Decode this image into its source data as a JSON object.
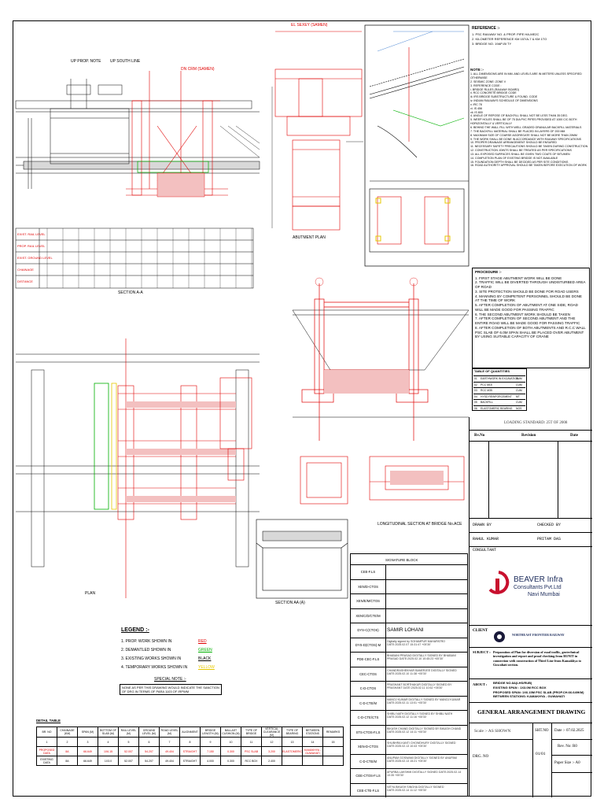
{
  "sheet": {
    "top_labels": {
      "elevation_left": [
        "UP PROP. NOTE",
        "UP SOUTH LINE"
      ],
      "dn_crm": "DN CRM (SAMEN)",
      "top_sect": "EL SEXEY (SAMEN)",
      "sect_a": "SECTION A-A",
      "plan": "PLAN",
      "sect_aa": "SECTION AA (A)",
      "longitudinal": "LONGITUDINAL SECTION AT BRIDGE No.ACE",
      "abutment_plan": "ABUTMENT PLAN"
    },
    "index_plan": {
      "title": "REFERENCE :-",
      "lines": [
        "1.  PSC RAILWAY NO. & PROP. PIPE HA-ME2C",
        "2.  KILOMETER REFERENCE KM 157/A-7 & KM 1TO",
        "3.  BRIDGE NO. 19AP-BI TY"
      ]
    },
    "notes": {
      "title": "NOTE :-",
      "lines": [
        "1.  ALL DIMENSIONS ARE IN MM. AND LEVELS ARE IN METERS UNLESS SPECIFIED OTHERWISE",
        "2.  SEISMIC ZONE: ZONE V",
        "3.  REFERENCE CODE :",
        "    i.  BRIDGE RULES (RAILWAY BOARD)",
        "    ii.  RCC CONCRETE BRIDGE CODE",
        "    iii.  IRS BRIDGE SUBSTRUCTURE & FOUND. CODE",
        "    iv.  INDIAN RAILWAYS SCHEDULE OF DIMENSIONS",
        "    v.  IRC 78",
        "    vi.  IS 456",
        "    vii.  IS 800",
        "4.  ANGLE OF REPOSE OF BACKFILL SHALL NOT BE LESS THAN 35 DEG.",
        "5.  WEEP HOLES SHALL BE OF 75 DIA PVC PIPES PROVIDED AT 1000 C/C BOTH HORIZONTALLY & VERTICALLY",
        "6.  BEHIND THE WALL FILL WITH WELL GRADED GRANULAR BACKFILL MATERIALS",
        "7.  THE BACKFILL MATERIAL SHALL BE PLACED IN LAYERS OF 200 MM",
        "8.  MAXIMUM SIZE OF COARSE AGGREGATE SHALL NOT BE MORE THAN 20MM",
        "9.  THE WORK SHALL BE DONE IN ACCORDANCE WITH RAILWAY SPECIFICATIONS",
        "10. PROPER DRAINAGE ARRANGEMENT SHOULD BE ENSURED",
        "11. NECESSARY SAFETY PRECAUTIONS SHOULD BE TAKEN DURING CONSTRUCTION",
        "12. CONSTRUCTION JOINTS SHALL BE TREATED AS PER SPECIFICATIONS",
        "13. ALL EXPOSED SURFACES SHALL BE GIVEN TWO COATS OF BITUMEN",
        "14. COMPLETION PLAN OF EXISTING BRIDGE IS NOT AVAILABLE",
        "15. FOUNDATION DEPTH SHALL BE DECIDED AS PER SITE CONDITIONS",
        "16. ROAD AUTHORITY APPROVAL SHOULD BE TAKEN BEFORE EXECUTION OF WORK"
      ]
    },
    "procedure": {
      "title": "PROCEDURE :-",
      "lines": [
        "1.  FIRST STAGE ABUTMENT WORK WILL BE DONE",
        "2.  TRAFFIC WILL BE DIVERTED THROUGH UNDISTURBED AREA OF ROAD",
        "3.  SITE PROTECTION SHOULD BE DONE FOR ROAD USERS",
        "4.  MANNING BY COMPETENT PERSONNEL SHOULD BE DONE AT THE TIME OF WORK",
        "5.  AFTER COMPLETION OF ABUTMENT AT ONE SIDE, ROAD WILL BE MADE GOOD FOR PASSING TRAFFIC",
        "6.  THE SECOND ABUTMENT WORK SHOULD BE TAKEN",
        "7.  AFTER COMPLETION OF SECOND ABUTMENT AND THE ENTIRE ROAD WILL BE MADE GOOD FOR PASSING TRAFFIC",
        "8.  AFTER COMPLETION OF BOTH ABUTMENTS AND R.C.C WALL PSC SLAB OF 6.0M SPAN SHALL BE PLACED OVER ABUTMENT BY USING SUITABLE CAPACITY OF CRANE"
      ]
    },
    "legend": {
      "title": "LEGEND :-",
      "items": [
        {
          "label": "1.    PROP. WORK SHOWN IN",
          "swatch": "RED",
          "color": "#e00000"
        },
        {
          "label": "2.    DEMANTLED SHOWN IN",
          "swatch": "GREEN",
          "color": "#00b000"
        },
        {
          "label": "3.    EXISTING WORKS SHOWN IN",
          "swatch": "BLACK",
          "color": "#000000"
        },
        {
          "label": "4.    TEMPORARY WORKS SHOWN IN",
          "swatch": "YELLOW",
          "color": "#e6c800"
        }
      ],
      "special_title": "SPECIAL NOTE :-",
      "special_text": "NONE AS PER THIS DRAWING WOULD INDICATE THE SANCTION OF DRG IN TERMS OF PARA 1103 OF IRPWM"
    },
    "loading_standard": "LOADING STANDARD: 25T OF 2008",
    "revision_header": {
      "no": "Rv.No",
      "rev": "Revision",
      "date": "Date"
    },
    "draw_row": {
      "left": "DRAWN BY",
      "right": "CHECKED BY"
    },
    "name_row": {
      "left": "RAHUL KUMAR",
      "right": "PRITAM DAS"
    },
    "consultant_label": "CONSULTANT",
    "consultant": {
      "name": "BEAVER Infra",
      "line2": "Consultants Pvt.Ltd",
      "line3": "Navi Mumbai"
    },
    "client_label": "CLIENT",
    "client_name": "NORTHEAST FRONTIER RAILWAY",
    "subject_label": "SUBJECT :",
    "subject_text": "Preparation of Plan for diversion of road traffic, geotechnical investigation and report and proof checking from RUNIT in connection with construction of Third Line from Kamakhya to Guwahati section.",
    "about_label": "ABOUT :",
    "about_lines": [
      "BRIDGE NO.8A(LHS/RUB)",
      "EXISTING SPAN : 1X3.0M RCC BOX",
      "PROPOSED SPAN: 1X6.15M PSC SLAB (PROP.CH.66.649KM)",
      "BETWEEN STATIONS: KAMAKHYA - GUWAHATI"
    ],
    "drawing_title": "GENERAL ARRANGEMENT DRAWING",
    "scale": "Scale :- AS SHOWN",
    "sht_no_label": "SHT.NO",
    "date": "Date :- 07.02.2025",
    "drg_no_label": "DRG. NO",
    "sheet_count": "01/01",
    "rev_no": "Rev. No: R0",
    "paper_size": "Paper Size :- A0",
    "signature_block": {
      "title": "SIGNATURE BLOCK",
      "rows": [
        {
          "role": "CEE-F.LS",
          "text": ""
        },
        {
          "role": "XEN/D-CTOS",
          "text": ""
        },
        {
          "role": "XEN/E/M/CTOS",
          "text": ""
        },
        {
          "role": "XEN/C/D/CTE/M",
          "text": ""
        },
        {
          "role": "DYS-C(CTOS)",
          "text": "SAMIR LOHANI"
        },
        {
          "role": "DYS-D(CTOS)-M",
          "text": "Digitally signed by SOHAMPUR MAHAPATRO DATE:2025.02.07 15:31:47 +05'30'"
        },
        {
          "role": "PDE-CEC-F.LS",
          "text": "BHABANI PRASAD DIGITALLY SIGNED BY BHABANI PRASAD DATE:2025.02.10 10:45:23 +05'30'"
        },
        {
          "role": "CEC-CTOS",
          "text": "CHANDRASHEKHAR BANERJEE DIGITALLY SIGNED DATE:2025.02.10 11:38 +05'30'"
        },
        {
          "role": "C-D-CTOS",
          "text": "PRASHANT BORTHAKUR DIGITALLY SIGNED BY PRASHANT DATE:2025.02.11 10:52 +05'30'"
        },
        {
          "role": "C-D-CTE/M",
          "text": "MANOJ KUMAR DIGITALLY SIGNED BY MANOJ KUMAR DATE:2025.02.11 13:01 +05'30'"
        },
        {
          "role": "C-D-CTE/CTS",
          "text": "SHIBU NATH DIGITALLY SIGNED BY SHIBU NATH DATE:2025.02.12 11:16 +05'30'"
        },
        {
          "role": "STS-CTOS-F.LS",
          "text": "BIKASH CHAND DIGITALLY SIGNED BY BIKASH CHAND DATE:2025.02.12 14:11 +05'30'"
        },
        {
          "role": "XEN-D-CTOS",
          "text": "SHUBHRA KANTI CHOWDHURY DIGITALLY SIGNED DATE:2025.02.13 10:43 +05'30'"
        },
        {
          "role": "C-D-CTE/M",
          "text": "ANUPAM GOSWAMI DIGITALLY SIGNED BY ANUPAM DATE:2025.02.13 15:21 +05'30'"
        },
        {
          "role": "CEE-CTOS-F.LS",
          "text": "APURBA LAKSHMI DIGITALLY SIGNED DATE:2025.02.14 10:35 +05'30'"
        },
        {
          "role": "CEE-CTE-F.LS",
          "text": "NITYA BIKASH SINGHA DIGITALLY SIGNED DATE:2025.02.14 11:12 +05'30'"
        }
      ]
    },
    "detail_table": {
      "title": "DETAIL TABLE",
      "headers": [
        "BR. NO",
        "CHAINAGE (KM)",
        "SPAN (M)",
        "BOTTOM OF SLAB (M)",
        "RAIL LEVEL (M)",
        "GROUND LEVEL (M)",
        "ROAD LEVEL (M)",
        "ALIGNMENT",
        "BRIDGE LENGTH (M)",
        "BALLAST CUSHION (M)",
        "TYPE OF BRIDGE",
        "VERTICAL CLEARANCE (M)",
        "TYPE OF BEARING",
        "BETWEEN STATIONS",
        "REMARKS"
      ],
      "numbers": [
        "1",
        "2",
        "3",
        "4",
        "5",
        "6",
        "7",
        "8",
        "9",
        "10",
        "11",
        "12",
        "13",
        "14",
        "15"
      ],
      "row1": [
        "PROPOSED DATA",
        "8A",
        "66.649",
        "1X6.15",
        "52.007",
        "54.207",
        "49.404",
        "STRAIGHT",
        "7.150",
        "0.300",
        "PSC SLAB",
        "3.200",
        "ELASTOMERIC",
        "KAMAKHYA - GUWAHATI",
        ""
      ],
      "row2": [
        "EXISTING DATA",
        "8A",
        "66.649",
        "1X3.0",
        "52.007",
        "54.207",
        "49.404",
        "STRAIGHT",
        "4.000",
        "0.300",
        "RCC BOX",
        "2.400",
        "",
        "",
        ""
      ]
    },
    "profile_table": {
      "rows": [
        "EXIST. RAIL LEVEL",
        "PROP. RAIL LEVEL",
        "EXIST. GROUND LEVEL",
        "CHAINAGE",
        "DISTANCE"
      ]
    },
    "schedule": {
      "title": "TABLE OF QUANTITIES",
      "rows": [
        [
          "01",
          "EARTHWORK IN EXCAVATION",
          "CUM"
        ],
        [
          "02",
          "PCC M15",
          "CUM"
        ],
        [
          "03",
          "RCC M35",
          "CUM"
        ],
        [
          "04",
          "HYSD REINFORCEMENT",
          "MT"
        ],
        [
          "05",
          "BACKFILL",
          "CUM"
        ],
        [
          "06",
          "ELASTOMERIC BEARING",
          "NOS"
        ]
      ]
    },
    "colors": {
      "proposed": "#e00000",
      "dismantled": "#00b000",
      "existing": "#000000",
      "temporary": "#e6c800",
      "brand": "#c8102e"
    }
  }
}
